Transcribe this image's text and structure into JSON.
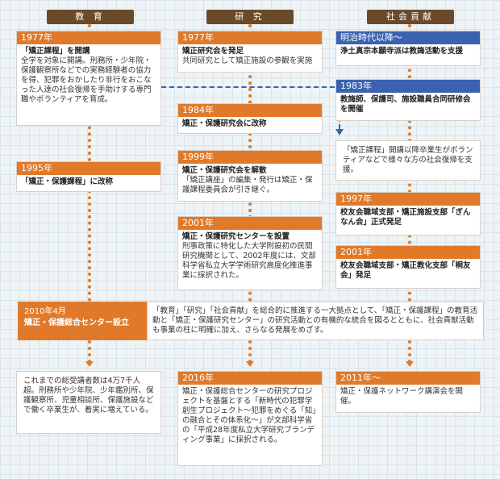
{
  "headers": {
    "education": "教 育",
    "research": "研 究",
    "social": "社会貢献"
  },
  "education": {
    "b1977": {
      "year": "1977年",
      "title": "「矯正課程」を開講",
      "text": "全学を対象に開講。刑務所・少年院・保護観察所などでの実務経験者の協力を得、犯罪をおかしたり非行をおこなった人達の社会復帰を手助けする専門職やボランティアを育成。"
    },
    "b1995": {
      "year": "1995年",
      "title": "「矯正・保護課程」に改称"
    },
    "result": "これまでの総受講者数は4万7千人超。刑務所や少年院、少年鑑別所、保護観察所、児童相談所、保護施設などで働く卒業生が、着実に増えている。"
  },
  "research": {
    "b1977": {
      "year": "1977年",
      "title": "矯正研究会を発足",
      "text": "共同研究として矯正施設の参観を実施"
    },
    "b1984": {
      "year": "1984年",
      "title": "矯正・保護研究会に改称"
    },
    "b1999": {
      "year": "1999年",
      "title": "矯正・保護研究会を解散",
      "text": "「矯正講座」の編集・発行は矯正・保護課程委員会が引き継ぐ。"
    },
    "b2001": {
      "year": "2001年",
      "title": "矯正・保護研究センターを設置",
      "text": "刑事政策に特化した大学附設初の民間研究機関として、2002年度には、文部科学省私立大学学術研究高度化推進事業に採択された。"
    },
    "b2016": {
      "year": "2016年",
      "text": "矯正・保護総合センターの研究プロジェクトを基盤とする「新時代の犯罪学創生プロジェクト〜犯罪をめぐる「知」の融合とその体系化〜」が文部科学省の「平成28年度私立大学研究ブランディング事業」に採択される。"
    }
  },
  "social": {
    "meiji": {
      "year": "明治時代以降〜",
      "title": "浄土真宗本願寺派は教誨活動を支援"
    },
    "b1983": {
      "year": "1983年",
      "title": "教誨師、保護司、施設職員合同研修会を開催"
    },
    "note": "「矯正課程」開講以降卒業生がボランティアなどで様々な方の社会復帰を支援。",
    "b1997": {
      "year": "1997年",
      "title": "校友会職域支部・矯正施設支部「ぎんなん会」正式発足"
    },
    "b2001": {
      "year": "2001年",
      "title": "校友会職域支部・矯正教化支部「桐友会」発足"
    },
    "b2011": {
      "year": "2011年〜",
      "text": "矯正・保護ネットワーク講演会を開催。"
    }
  },
  "hub": {
    "date": "2010年4月",
    "title": "矯正・保護総合センター設立",
    "desc": "「教育」「研究」「社会貢献」を総合的に推進する一大拠点として、「矯正・保護課程」の教育活動と「矯正・保護研究センター」の研究活動との有機的な統合を図るとともに、社会貢献活動も事業の柱に明確に加え、さらなる発展をめざす。"
  }
}
